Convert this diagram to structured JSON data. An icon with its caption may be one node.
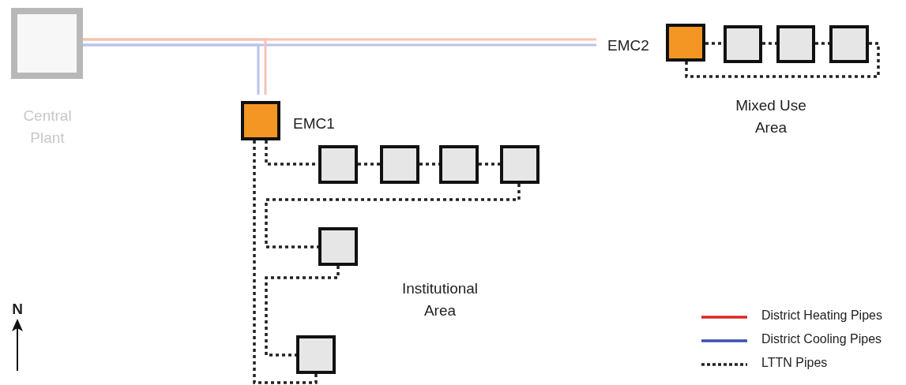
{
  "diagram": {
    "nodes": [
      {
        "text": [
          "Central Plant"
        ]
      },
      {
        "text": [
          "EMC1"
        ]
      },
      {
        "text": [
          "EMC2"
        ]
      },
      {
        "text": [],
        "shape": "box"
      },
      {
        "text": [],
        "shape": "box"
      },
      {
        "text": [],
        "shape": "box"
      },
      {
        "text": [],
        "shape": "box"
      },
      {
        "text": [],
        "shape": "box"
      },
      {
        "text": [],
        "shape": "box"
      },
      {
        "text": [],
        "shape": "box"
      },
      {
        "text": [],
        "shape": "box"
      },
      {
        "text": [],
        "shape": "box"
      }
    ],
    "edges": [
      {
        "from": 0,
        "to": 2,
        "arrow": "none",
        "color": "#f6c3b3"
      },
      {
        "from": 0,
        "to": 2,
        "arrow": "none",
        "color": "#bcc2e8"
      },
      {
        "from": 0,
        "to": 1,
        "arrow": "none",
        "color": "#f6c3b3"
      },
      {
        "from": 0,
        "to": 1,
        "arrow": "none",
        "color": "#bcc2e8"
      },
      {
        "from": 1,
        "to": 3,
        "arrow": "none",
        "style": "dashed"
      },
      {
        "from": 3,
        "to": 4,
        "arrow": "none",
        "style": "dashed"
      },
      {
        "from": 4,
        "to": 5,
        "arrow": "none",
        "style": "dashed"
      },
      {
        "from": 5,
        "to": 6,
        "arrow": "none",
        "style": "dashed"
      },
      {
        "from": 6,
        "to": 7,
        "arrow": "none",
        "style": "dashed"
      },
      {
        "from": 7,
        "to": 8,
        "arrow": "none",
        "style": "dashed"
      },
      {
        "from": 8,
        "to": 1,
        "arrow": "none",
        "style": "dashed"
      },
      {
        "from": 2,
        "to": 9,
        "arrow": "none",
        "style": "dashed"
      },
      {
        "from": 9,
        "to": 10,
        "arrow": "none",
        "style": "dashed"
      },
      {
        "from": 10,
        "to": 11,
        "arrow": "none",
        "style": "dashed"
      },
      {
        "from": 11,
        "to": 2,
        "arrow": "none",
        "style": "dashed"
      }
    ],
    "labels": [
      "Mixed Use Area",
      "Institutional Area",
      "N"
    ],
    "legend": [
      {
        "text": "District Heating Pipes"
      },
      {
        "text": "District Cooling Pipes"
      },
      {
        "text": "LTTN Pipes"
      }
    ]
  }
}
